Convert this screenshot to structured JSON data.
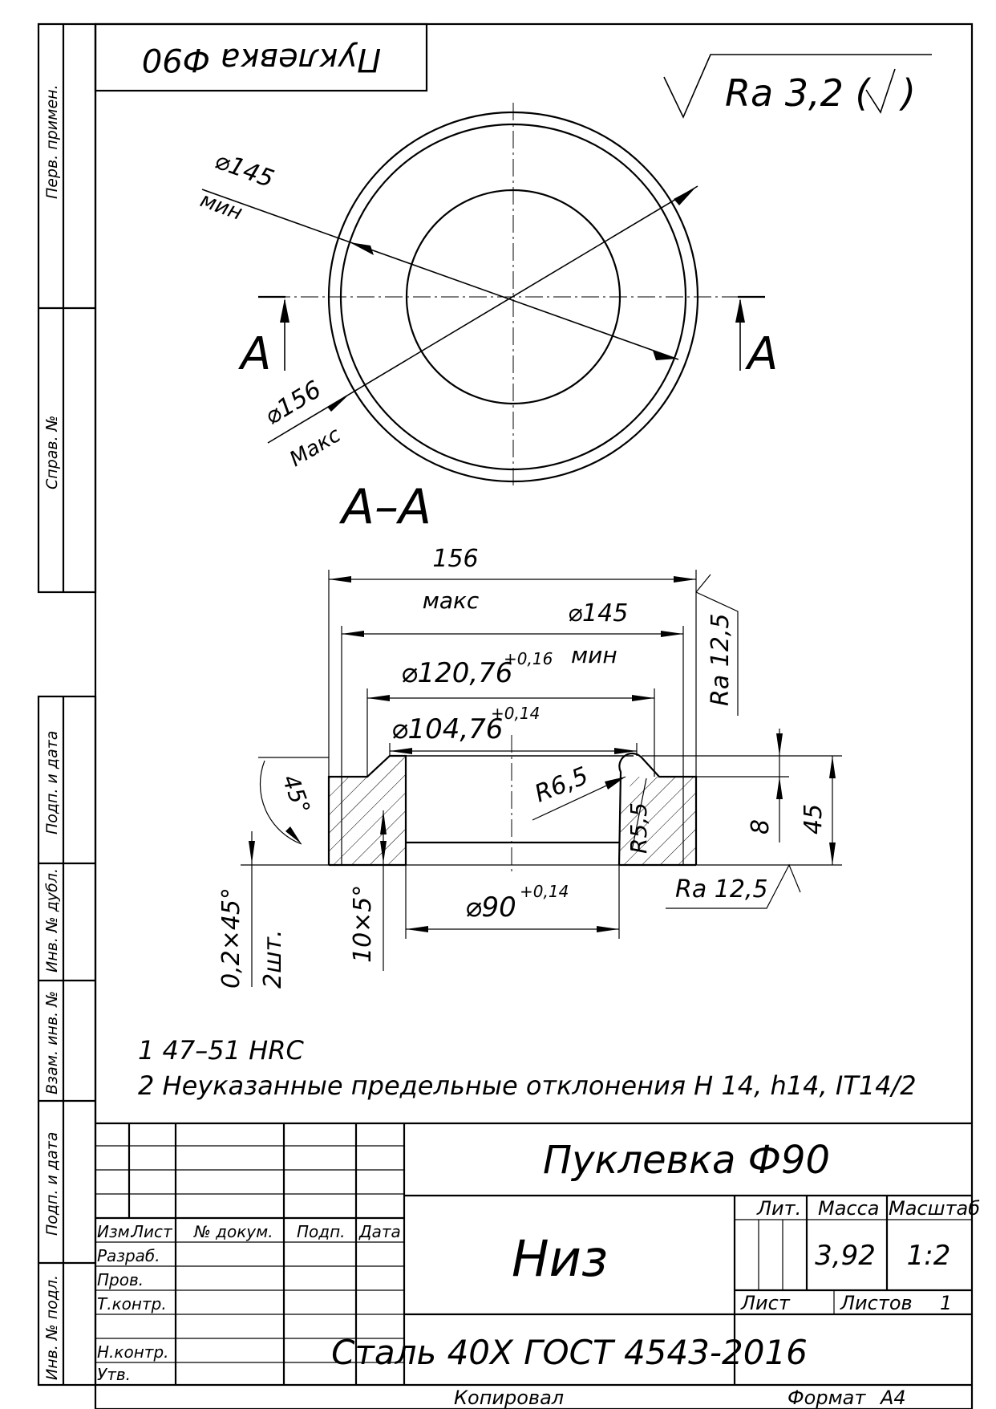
{
  "side_column": {
    "perv_primen": "Перв. примен.",
    "sprav_no": "Справ. №",
    "podp_i_data_top": "Подп. и дата",
    "inv_no_dubl": "Инв. № дубл.",
    "vzam_inv_no": "Взам. инв. №",
    "podp_i_data_bottom": "Подп. и дата",
    "inv_no_podl": "Инв. № подл."
  },
  "stamp_top_rotated": "Пуклевка Ф90",
  "roughness_general": "Ra 3,2 (",
  "roughness_general_tail": ")",
  "top_view": {
    "dia_min": "⌀145",
    "dia_min_note": "мин",
    "dia_max": "⌀156",
    "dia_max_note": "Макс",
    "cut_letter": "А"
  },
  "section_title": "А–А",
  "section": {
    "dim_156": "156",
    "dim_156_note": "макс",
    "dim_145": "⌀145",
    "dim_145_note": "мин",
    "dim_120": "⌀120,76",
    "tol_120": "+0,16",
    "dim_104": "⌀104,76",
    "tol_104": "+0,14",
    "dim_90": "⌀90",
    "tol_90": "+0,14",
    "radius_r65": "R6,5",
    "radius_r55": "R5,5",
    "angle_45": "45°",
    "chamfer_02": "0,2×45°",
    "chamfer_02_qty": "2шт.",
    "chamfer_10": "10×5°",
    "height_8": "8",
    "height_45": "45",
    "roughness_side": "Ra 12,5",
    "roughness_bottom": "Ra 12,5"
  },
  "notes": [
    "1  47–51 HRC",
    "2  Неуказанные предельные отклонения H 14, h14, IT14/2"
  ],
  "title_block": {
    "part_name": "Пуклевка Ф90",
    "sub_name": "Низ",
    "material": "Сталь 40Х ГОСТ 4543-2016",
    "col_izm": "Изм.",
    "col_list": "Лист",
    "col_doc": "№ докум.",
    "col_podp": "Подп.",
    "col_data": "Дата",
    "row_razrab": "Разраб.",
    "row_prov": "Пров.",
    "row_tkontr": "Т.контр.",
    "row_nkontr": "Н.контр.",
    "row_utv": "Утв.",
    "lit_label": "Лит.",
    "massa_label": "Масса",
    "masshtab_label": "Масштаб",
    "massa_value": "3,92",
    "masshtab_value": "1:2",
    "list_label": "Лист",
    "listov_label": "Листов",
    "listov_value": "1"
  },
  "footer": {
    "kopiroval": "Копировал",
    "format_label": "Формат",
    "format_value": "А4"
  }
}
